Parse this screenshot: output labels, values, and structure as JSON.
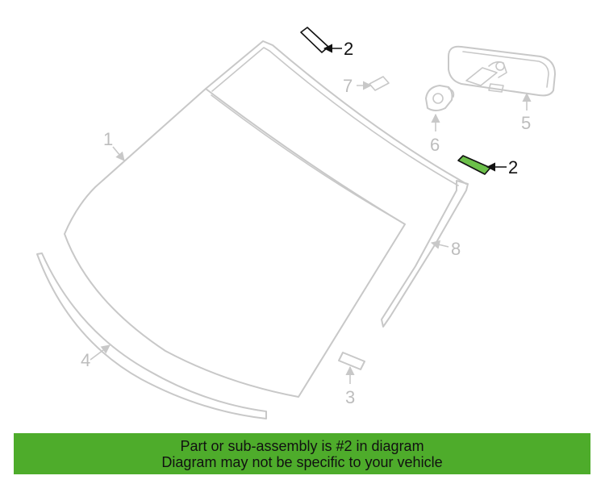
{
  "callouts": {
    "c1": "1",
    "c2_top": "2",
    "c2_right": "2",
    "c3": "3",
    "c4": "4",
    "c5": "5",
    "c6": "6",
    "c7": "7",
    "c8": "8"
  },
  "highlight_color": "#6cc04a",
  "banner": {
    "line1": "Part or sub-assembly is #2 in diagram",
    "line2": "Diagram may not be specific to your vehicle",
    "color": "#4eac2b"
  }
}
